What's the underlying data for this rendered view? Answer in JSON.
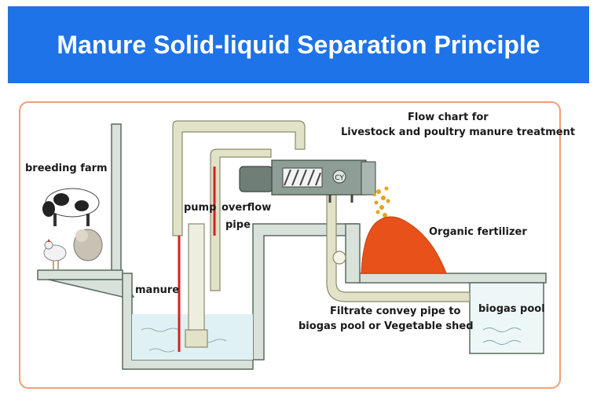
{
  "header": {
    "title": "Manure Solid-liquid Separation Principle"
  },
  "labels": {
    "flow_chart_line1": "Flow chart for",
    "flow_chart_line2": "Livestock and poultry  manure treatment",
    "breeding_farm": "breeding farm",
    "pump": "pump",
    "overflow": "overflow",
    "pipe": "pipe",
    "manure": "manure",
    "organic_fertilizer": "Organic fertilizer",
    "filtrate_line1": "Filtrate convey pipe to",
    "filtrate_line2": "biogas pool or Vegetable shed",
    "biogas_pool": "biogas pool",
    "separator_mark": "CY"
  },
  "colors": {
    "banner": "#1e73e8",
    "frame": "#f39c76",
    "structure": "#5a6b5e",
    "structure_fill": "#d9e1db",
    "pipe": "#e2e2c8",
    "water": "#dff1f3",
    "red_line": "#d62020",
    "fertilizer": "#e8521a",
    "motor": "#6f7f78"
  }
}
